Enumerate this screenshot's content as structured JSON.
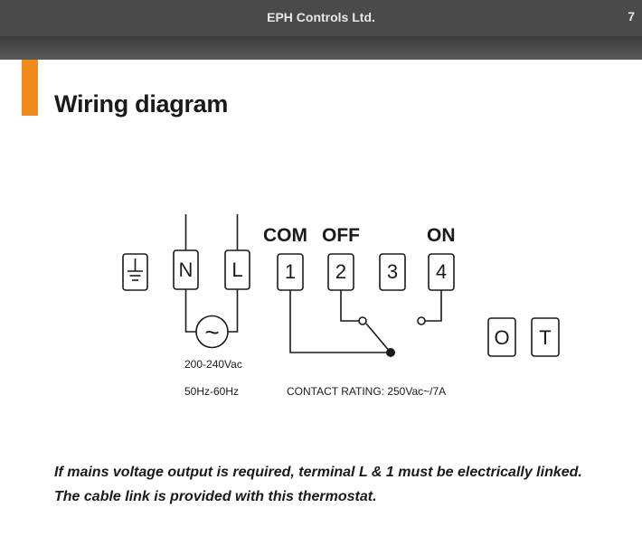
{
  "header": {
    "company": "EPH Controls Ltd.",
    "page_number": "7"
  },
  "section": {
    "title": "Wiring diagram"
  },
  "diagram": {
    "group_labels": {
      "com": "COM",
      "off": "OFF",
      "on": "ON"
    },
    "terminals": {
      "neutral": "N",
      "live": "L",
      "t1": "1",
      "t2": "2",
      "t3": "3",
      "t4": "4",
      "o": "O",
      "t": "T"
    },
    "supply_symbol": "~",
    "voltage": "200-240Vac",
    "frequency": "50Hz-60Hz",
    "contact_rating": "CONTACT RATING: 250Vac~/7A"
  },
  "note": {
    "line1": "If mains voltage output is required, terminal L & 1 must be electrically linked.",
    "line2": "The cable link is provided with this thermostat."
  },
  "colors": {
    "header_bg": "#4a4a4a",
    "accent": "#f08a1c"
  }
}
